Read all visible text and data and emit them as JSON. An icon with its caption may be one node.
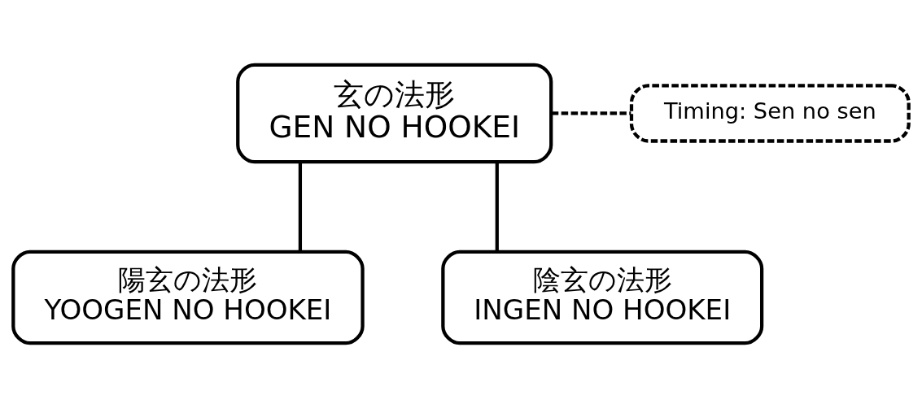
{
  "diagram": {
    "nodes": [
      {
        "text": [
          "玄の法形",
          "GEN NO HOOKEI"
        ]
      },
      {
        "text": [
          "Timing: Sen no sen"
        ]
      },
      {
        "text": [
          "陽玄の法形",
          "YOOGEN NO HOOKEI"
        ]
      },
      {
        "text": [
          "陰玄の法形",
          "INGEN NO HOOKEI"
        ]
      }
    ],
    "edges": [
      {
        "from": 0,
        "to": 1,
        "arrow": "none",
        "style": "dashed"
      },
      {
        "from": 0,
        "to": 2,
        "arrow": "none"
      },
      {
        "from": 0,
        "to": 3,
        "arrow": "none"
      }
    ]
  }
}
